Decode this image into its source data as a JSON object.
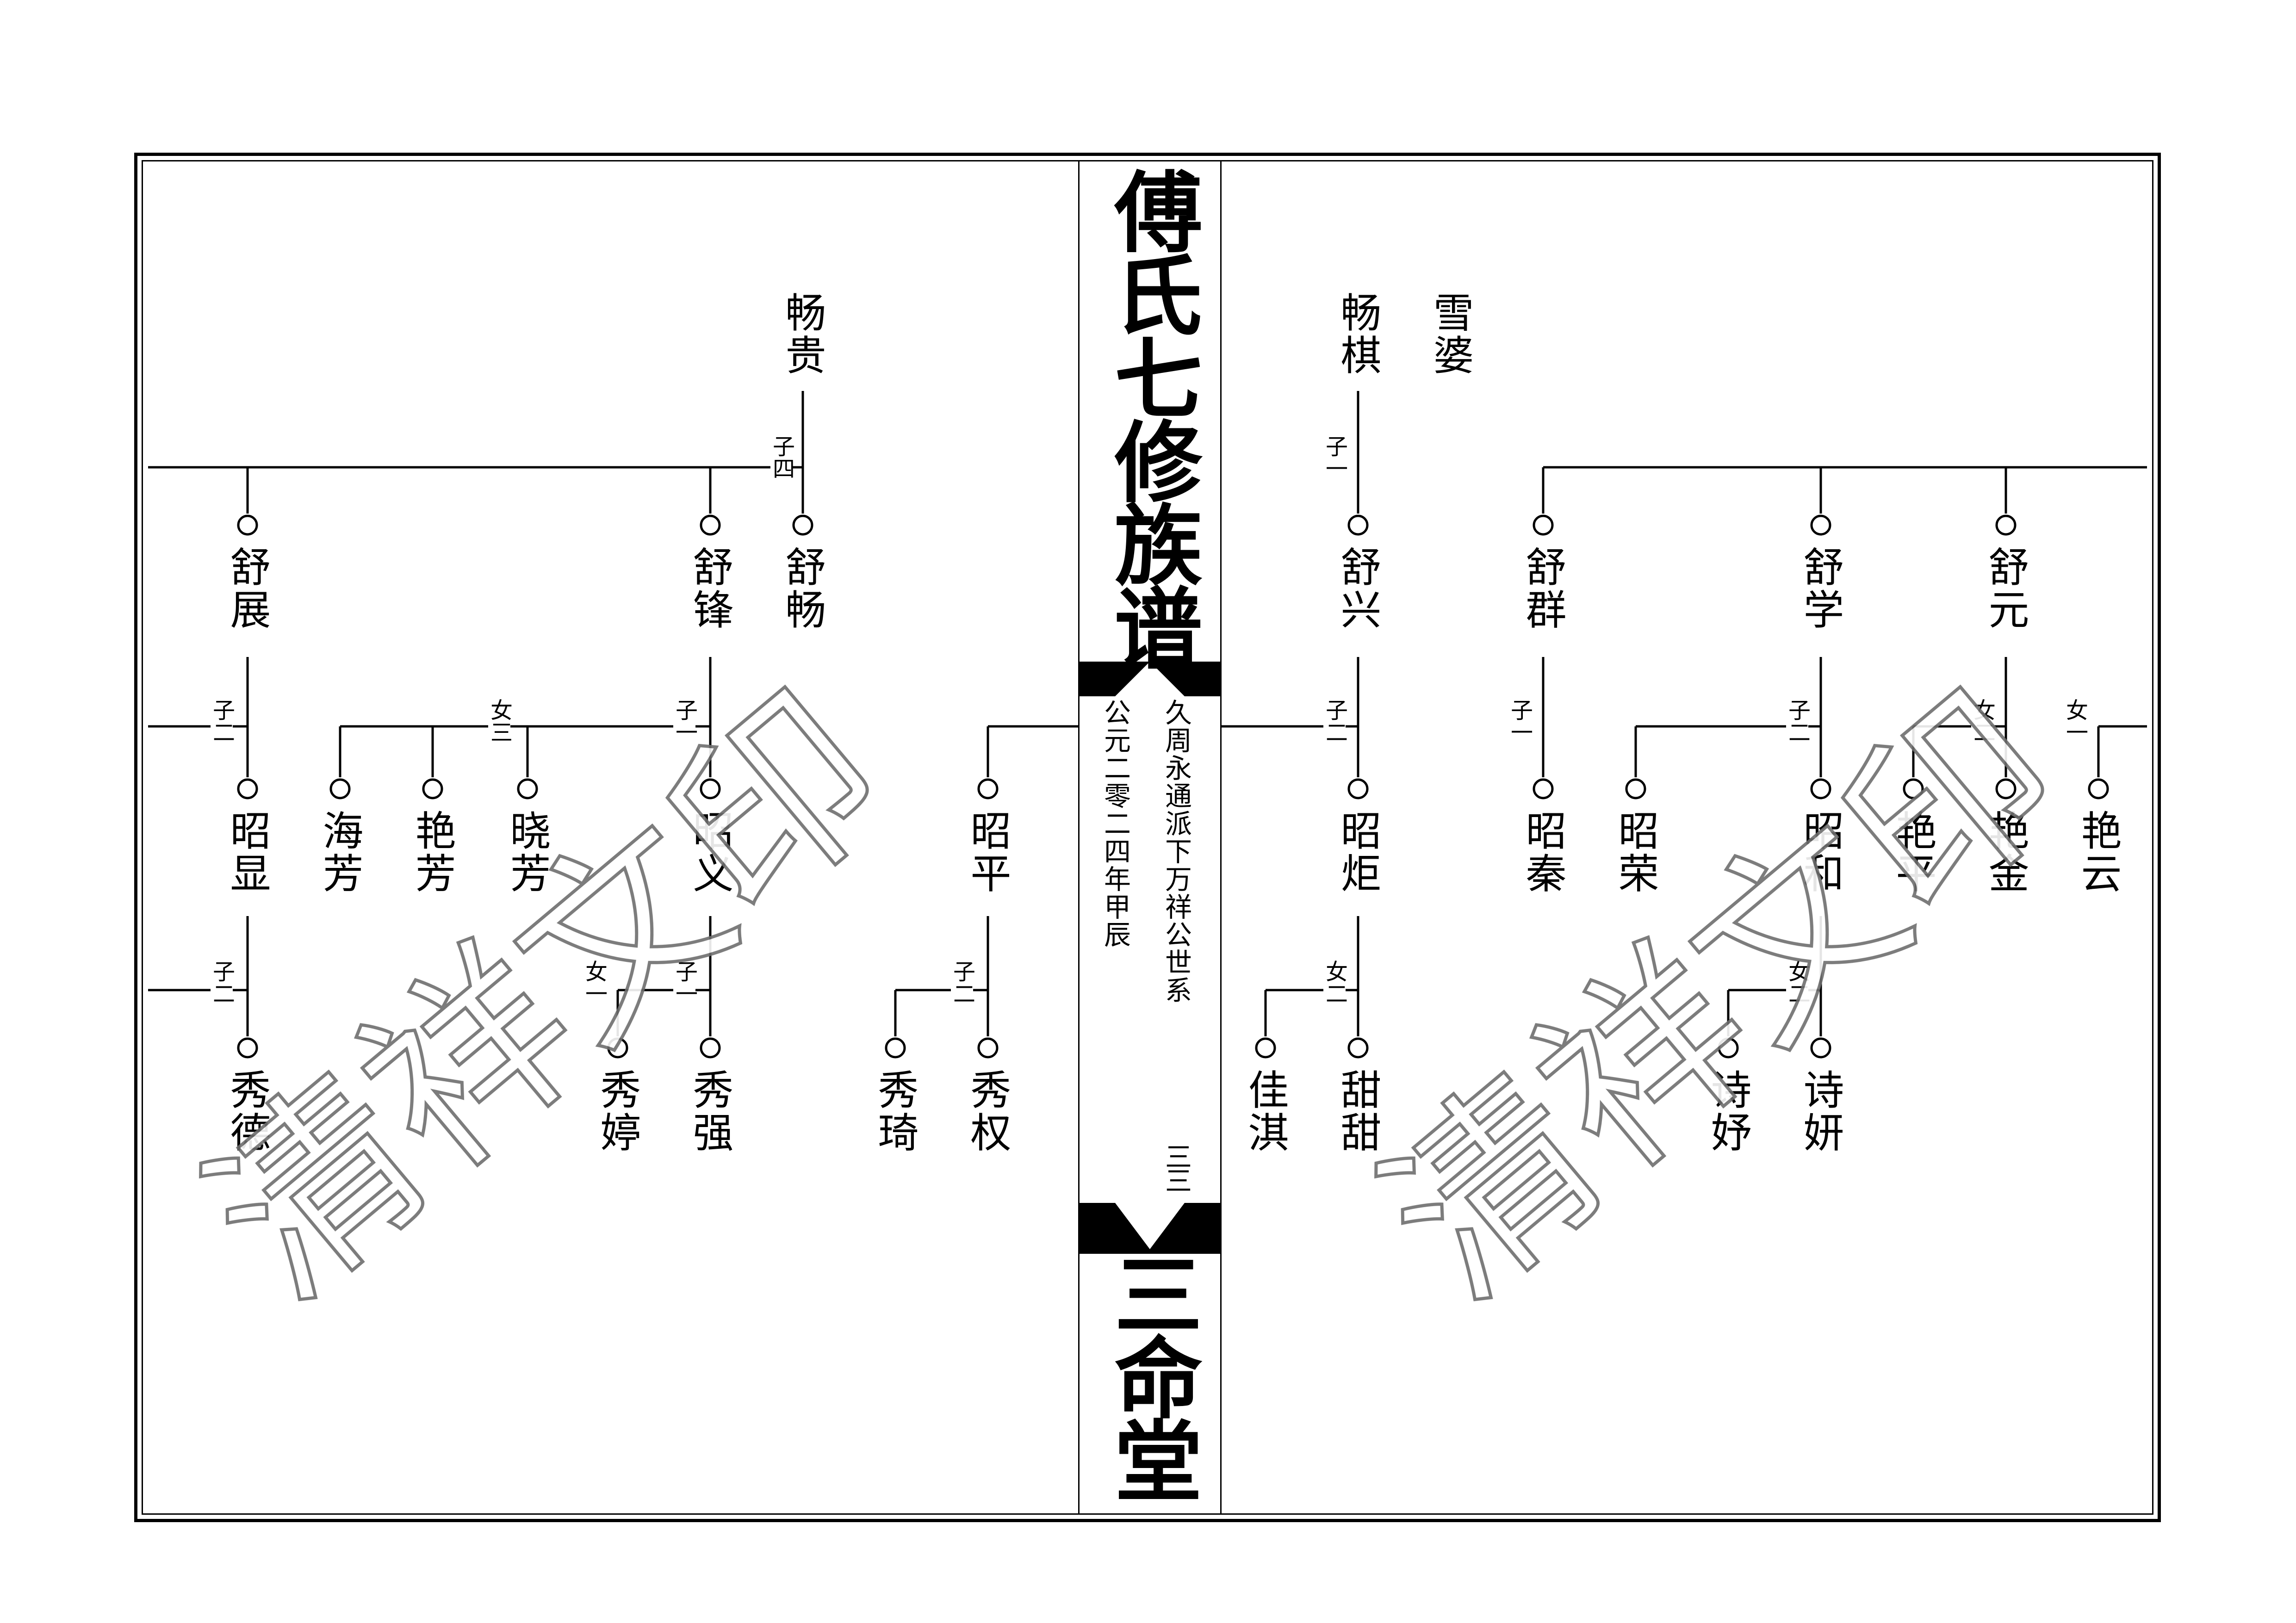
{
  "spine": {
    "title": "傅氏七修族谱",
    "hall": "三命堂",
    "lineage": "久周永通派下万祥公世系",
    "date": "公元二零二四年甲辰",
    "page_number": "三三"
  },
  "watermark": "清祥文印",
  "left_page": {
    "father": "畅贵",
    "father_rel": "子四",
    "sons": {
      "s1": "舒畅",
      "s2": "舒锋",
      "s3": "舒展"
    },
    "shufeng_sons_rel": "子一",
    "shufeng_daughters_rel": "女三",
    "zhaoyi": "昭义",
    "daughters": {
      "d1": "晓芳",
      "d2": "艳芳",
      "d3": "海芳"
    },
    "shuzhan_rel": "子二",
    "zhaoxian": "昭显",
    "zhaoyi_sons_rel": "子一",
    "zhaoyi_daughters_rel": "女一",
    "xiuqiang": "秀强",
    "xiuting": "秀婷",
    "zhaoxian_rel": "子二",
    "xiude": "秀德",
    "zhaoping": "昭平",
    "zhaoping_rel": "子二",
    "xiuquan": "秀权",
    "xiuqi": "秀琦"
  },
  "right_page": {
    "father": "畅棋",
    "mother": "雪婆",
    "father_rel": "子一",
    "shuxing": "舒兴",
    "shuxing_rel": "子二",
    "zhaoju": "昭炬",
    "zhaoju_rel": "女二",
    "tiantian": "甜甜",
    "jiaqi": "佳淇",
    "sons": {
      "s1": "舒元",
      "s2": "舒学",
      "s3": "舒群"
    },
    "shuyuan_rel": "女二",
    "yanjin": "艳金",
    "yanping": "艳平",
    "yanyun": "艳云",
    "yanyun_rel": "女一",
    "shuxue_rel": "子二",
    "zhaohe": "昭和",
    "zhaorong": "昭荣",
    "shuqun_rel": "子一",
    "zhaoqin": "昭秦",
    "zhaohe_rel": "女二",
    "shiyan": "诗妍",
    "shiyu": "诗妤"
  }
}
